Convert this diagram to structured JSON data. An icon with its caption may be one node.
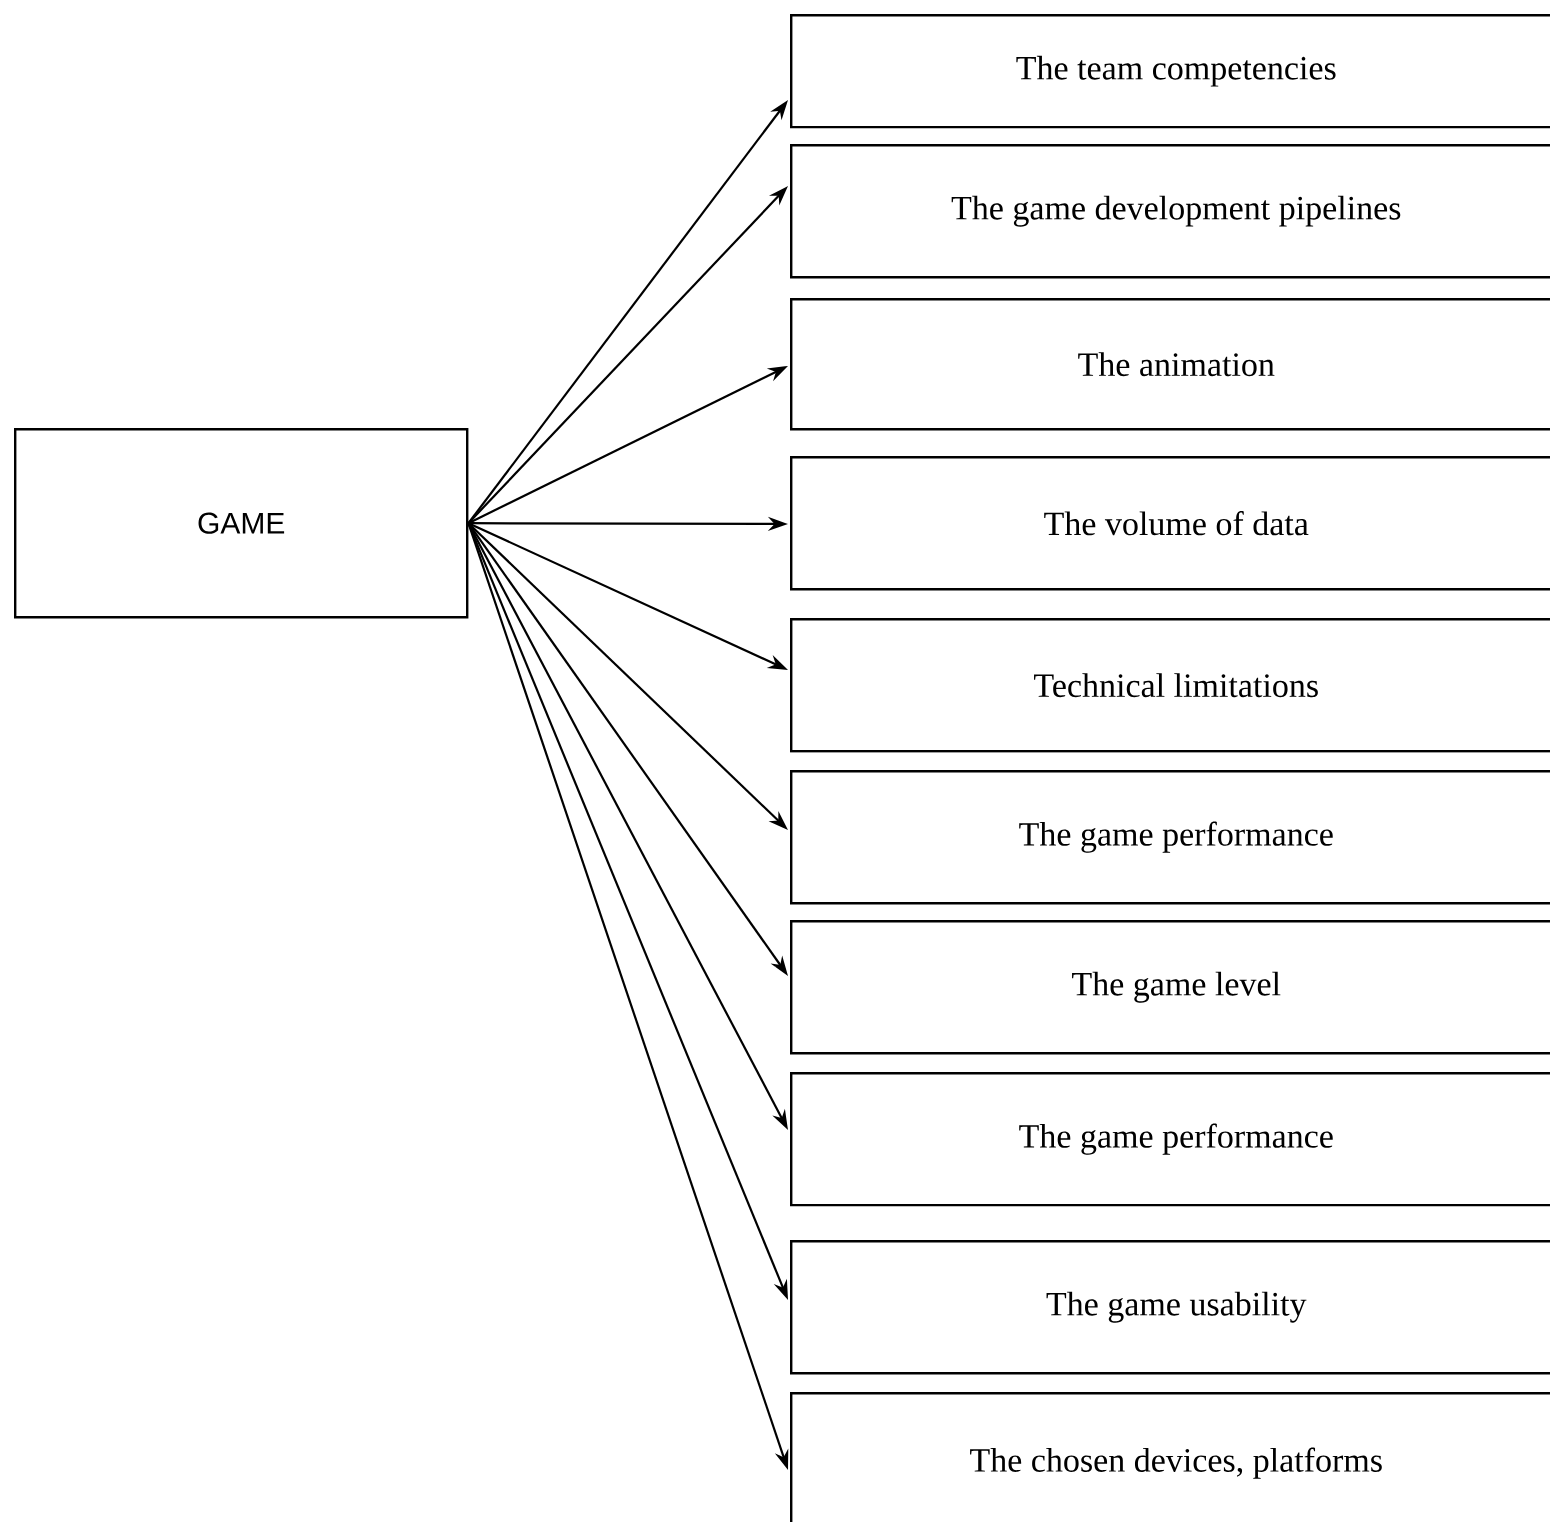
{
  "diagram": {
    "nodes": [
      {
        "text": [
          "GAME"
        ]
      },
      {
        "text": [
          "The team competencies"
        ]
      },
      {
        "text": [
          "The game development pipelines"
        ]
      },
      {
        "text": [
          "The animation"
        ]
      },
      {
        "text": [
          "The volume of data"
        ]
      },
      {
        "text": [
          "Technical limitations"
        ]
      },
      {
        "text": [
          "The game performance"
        ]
      },
      {
        "text": [
          "The game level"
        ]
      },
      {
        "text": [
          "The game performance"
        ]
      },
      {
        "text": [
          "The game usability"
        ]
      },
      {
        "text": [
          "The chosen devices, platforms"
        ]
      }
    ],
    "edges": [
      {
        "from": 0,
        "to": 1,
        "arrow": "to"
      },
      {
        "from": 0,
        "to": 2,
        "arrow": "to"
      },
      {
        "from": 0,
        "to": 3,
        "arrow": "to"
      },
      {
        "from": 0,
        "to": 4,
        "arrow": "to"
      },
      {
        "from": 0,
        "to": 5,
        "arrow": "to"
      },
      {
        "from": 0,
        "to": 6,
        "arrow": "to"
      },
      {
        "from": 0,
        "to": 7,
        "arrow": "to"
      },
      {
        "from": 0,
        "to": 8,
        "arrow": "to"
      },
      {
        "from": 0,
        "to": 9,
        "arrow": "to"
      },
      {
        "from": 0,
        "to": 10,
        "arrow": "to"
      }
    ]
  }
}
